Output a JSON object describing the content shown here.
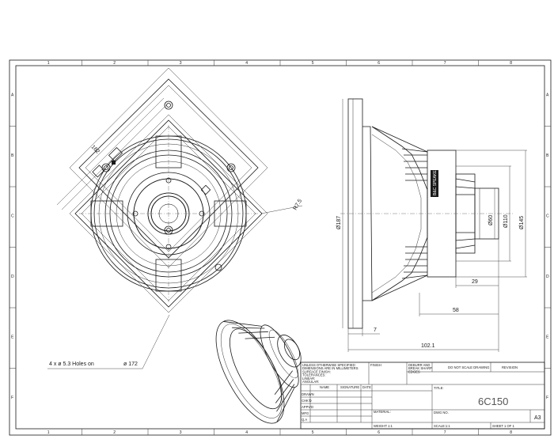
{
  "grid": {
    "columns": [
      "1",
      "2",
      "3",
      "4",
      "5",
      "6",
      "7",
      "8"
    ],
    "rows": [
      "A",
      "B",
      "C",
      "D",
      "E",
      "F"
    ]
  },
  "dimensions": {
    "square": "162",
    "radius": "R7.5",
    "overall_diameter": "Ø187",
    "holes": "4 x  ø  5.3 Holes on",
    "hole_circle": "ø  172",
    "flange": "7",
    "depth": "102.1",
    "magnet_depth": "58",
    "pole_depth": "29",
    "d60": "Ø60",
    "d110": "Ø110",
    "d145": "Ø145"
  },
  "magnet_label": "B&C SPEAKERS",
  "title_block": {
    "notes": [
      "UNLESS OTHERWISE SPECIFIED:",
      "DIMENSIONS ARE IN MILLIMETERS",
      "SURFACE FINISH:",
      "TOLERANCES:",
      "  LINEAR:",
      "  ANGULAR:"
    ],
    "finish": "FINISH",
    "deburr": [
      "DEBURR AND",
      "BREAK SHARP",
      "EDGES"
    ],
    "do_not_scale": "DO NOT SCALE DRAWING",
    "revision": "REVISION",
    "columns": [
      "NAME",
      "SIGNATURE",
      "DATE"
    ],
    "rows": [
      "DRAWN",
      "CHK'D",
      "APPV'D",
      "MFG",
      "Q.A"
    ],
    "title_label": "TITLE:",
    "title": "6C150",
    "material_label": "MATERIAL:",
    "dwg_label": "DWG NO.",
    "size": "A3",
    "weight_label": "WEIGHT:",
    "weight": "1:1",
    "scale": "SCALE:1:1",
    "sheet": "SHEET 1 OF 1"
  }
}
